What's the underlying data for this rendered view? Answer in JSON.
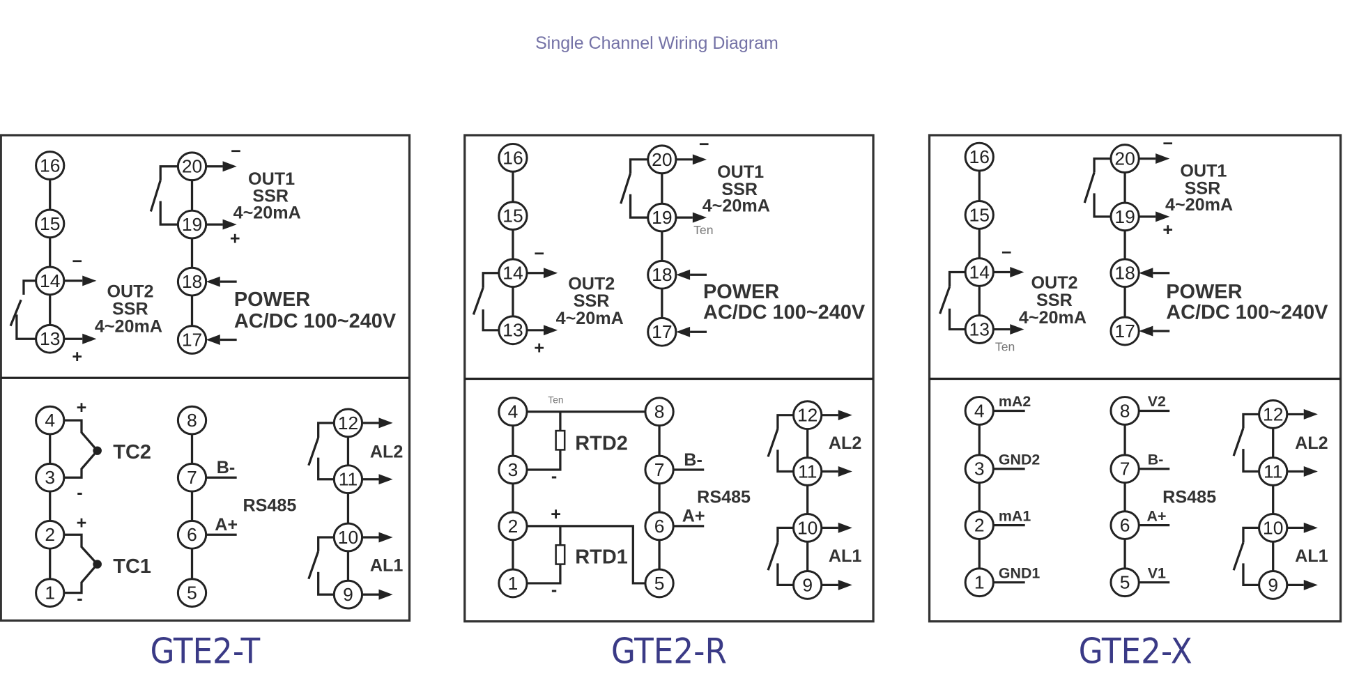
{
  "title": "Single Channel Wiring Diagram",
  "colors": {
    "title": "#7472a6",
    "model_label": "#3a3a86",
    "line": "#222222"
  },
  "common": {
    "out1": {
      "name": "OUT1",
      "type": "SSR",
      "range": "4~20mA",
      "minus": "−",
      "plus": "+"
    },
    "out2": {
      "name": "OUT2",
      "type": "SSR",
      "range": "4~20mA",
      "minus": "−",
      "plus": "+"
    },
    "power": {
      "name": "POWER",
      "spec": "AC/DC 100~240V"
    },
    "rs485": {
      "name": "RS485",
      "b": "B-",
      "a": "A+"
    },
    "al2": "AL2",
    "al1": "AL1"
  },
  "terminals": {
    "t1": "1",
    "t2": "2",
    "t3": "3",
    "t4": "4",
    "t5": "5",
    "t6": "6",
    "t7": "7",
    "t8": "8",
    "t9": "9",
    "t10": "10",
    "t11": "11",
    "t12": "12",
    "t13": "13",
    "t14": "14",
    "t15": "15",
    "t16": "16",
    "t17": "17",
    "t18": "18",
    "t19": "19",
    "t20": "20"
  },
  "models": [
    {
      "name": "GTE2-T",
      "inputs": {
        "tc2": "TC2",
        "tc1": "TC1",
        "plus": "+",
        "minus": "-"
      }
    },
    {
      "name": "GTE2-R",
      "inputs": {
        "rtd2": "RTD2",
        "rtd1": "RTD1",
        "plus": "+",
        "minus": "-"
      },
      "overlay_text": [
        "Ten",
        "Ten"
      ]
    },
    {
      "name": "GTE2-X",
      "inputs": {
        "ma2": "mA2",
        "gnd2": "GND2",
        "ma1": "mA1",
        "gnd1": "GND1",
        "v2": "V2",
        "v1": "V1"
      },
      "overlay_text": [
        "Ten"
      ]
    }
  ]
}
